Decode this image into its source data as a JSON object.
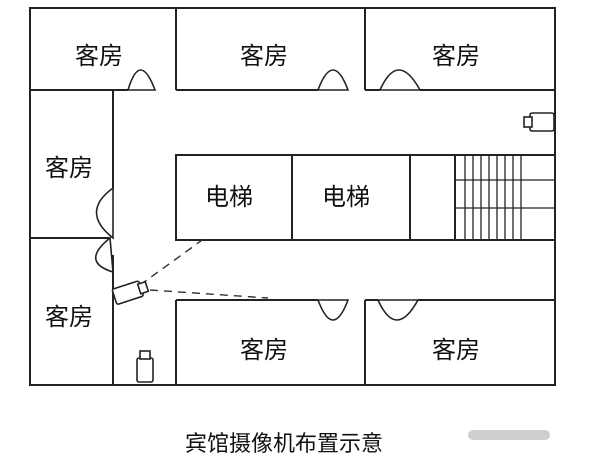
{
  "rooms": {
    "guest_room_1": "客房",
    "guest_room_2": "客房",
    "guest_room_3": "客房",
    "guest_room_4": "客房",
    "guest_room_5": "客房",
    "guest_room_6": "客房",
    "guest_room_7": "客房"
  },
  "elevators": {
    "elevator_1": "电梯",
    "elevator_2": "电梯"
  },
  "caption": "宾馆摄像机布置示意",
  "colors": {
    "line": "#222222",
    "background": "#ffffff"
  },
  "icons": [
    "camera-icon",
    "camera-icon",
    "camera-icon"
  ]
}
